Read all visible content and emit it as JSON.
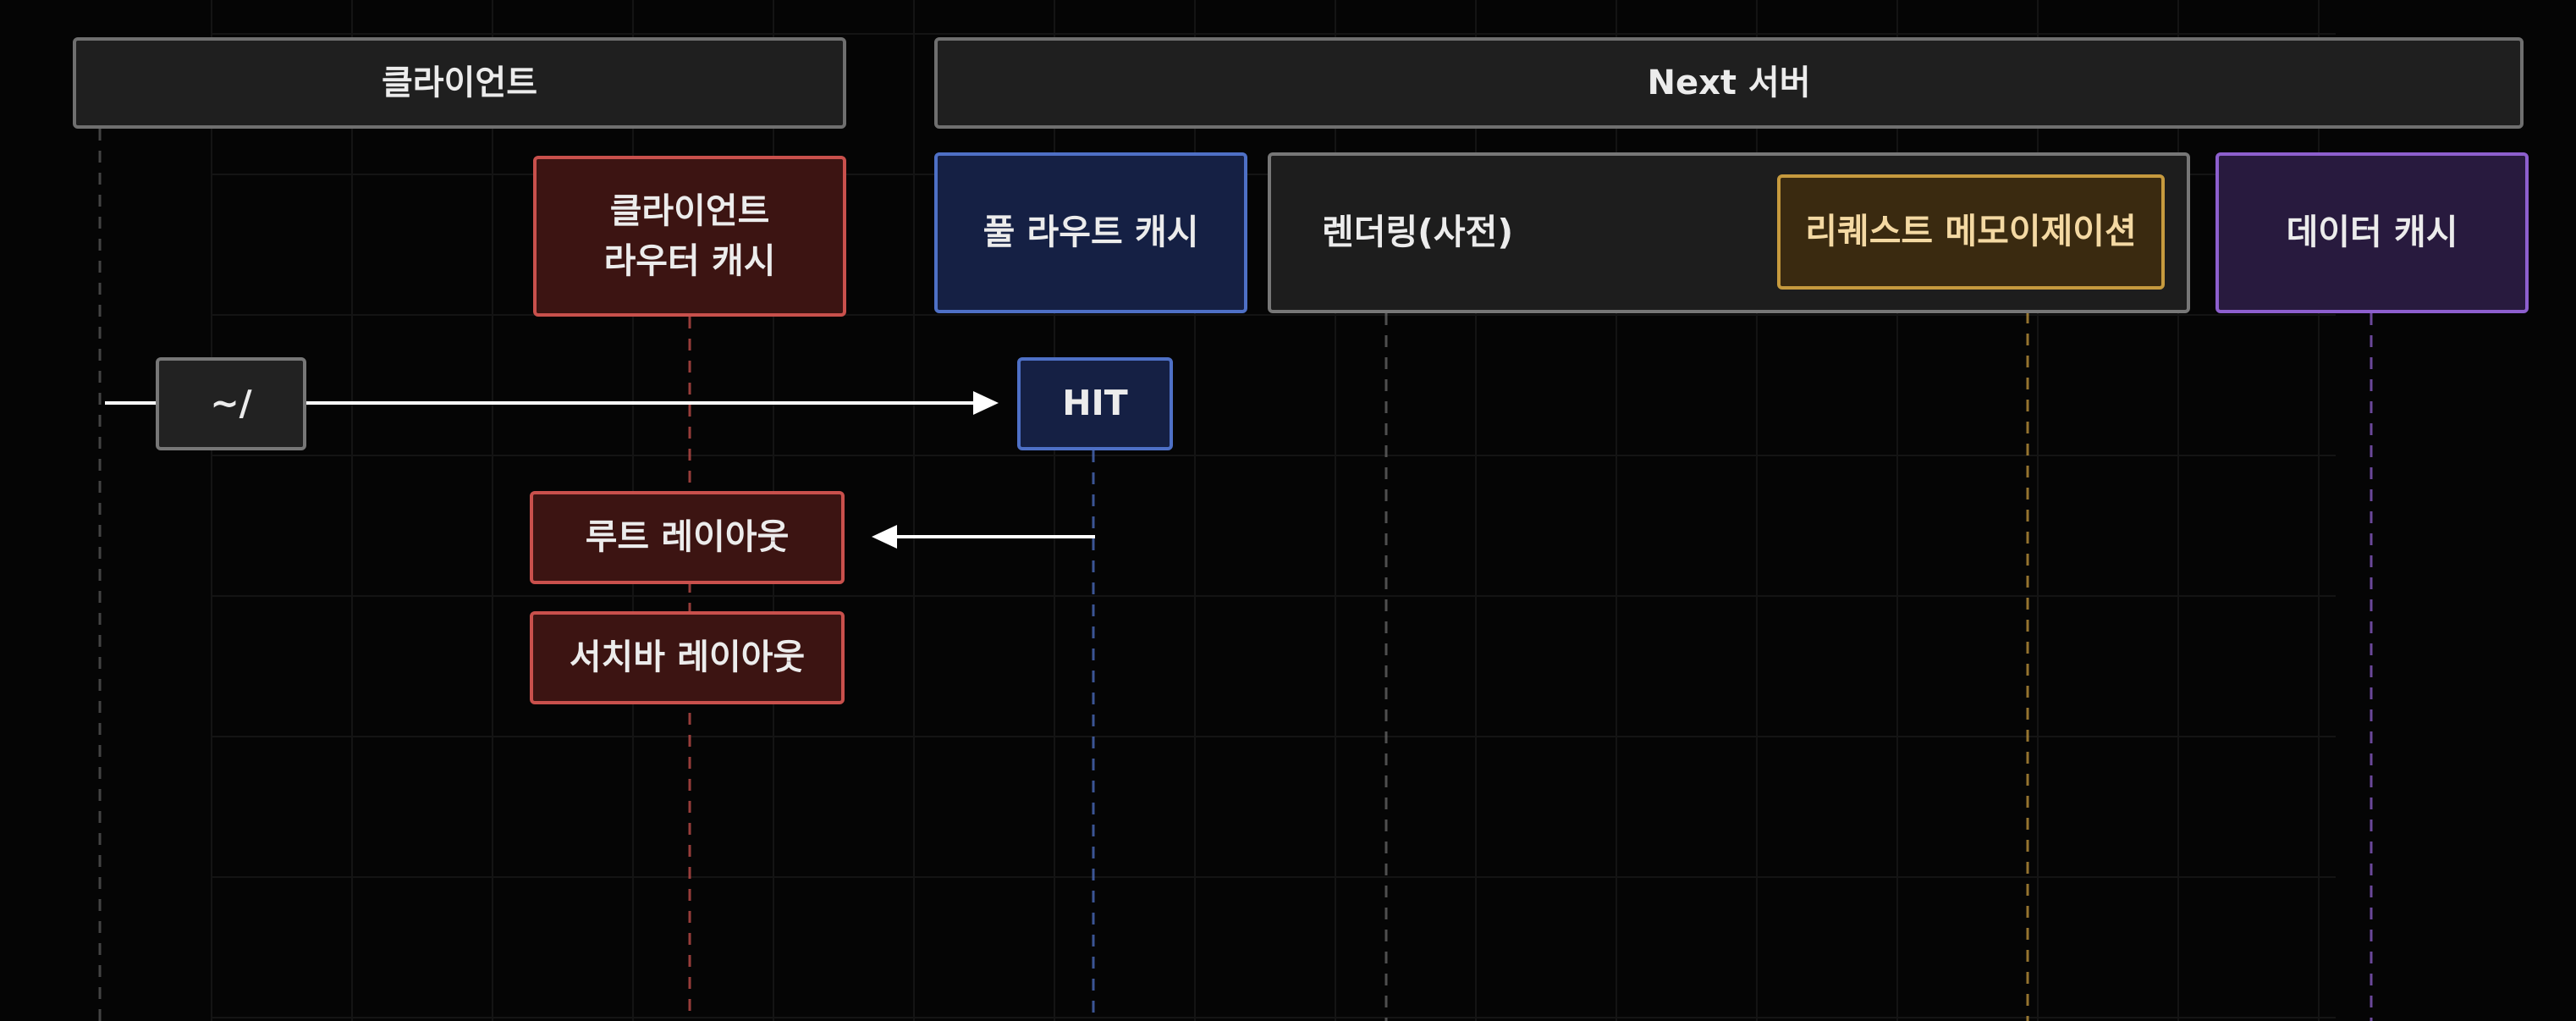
{
  "lanes": {
    "client": "클라이언트",
    "server": "Next 서버"
  },
  "components": {
    "router_cache_line1": "클라이언트",
    "router_cache_line2": "라우터 캐시",
    "full_route_cache": "풀 라우트 캐시",
    "rendering": "렌더링(사전)",
    "request_memoization": "리퀘스트 메모이제이션",
    "data_cache": "데이터 캐시"
  },
  "flow": {
    "request_path": "~/",
    "hit": "HIT",
    "root_layout": "루트 레이아웃",
    "searchbar_layout": "서치바 레이아웃"
  },
  "colors": {
    "background": "#050505",
    "client_red": "#c9504c",
    "route_blue": "#4e70c6",
    "memo_orange": "#c69a3e",
    "data_purple": "#8d5fce",
    "neutral_gray": "#777777"
  }
}
